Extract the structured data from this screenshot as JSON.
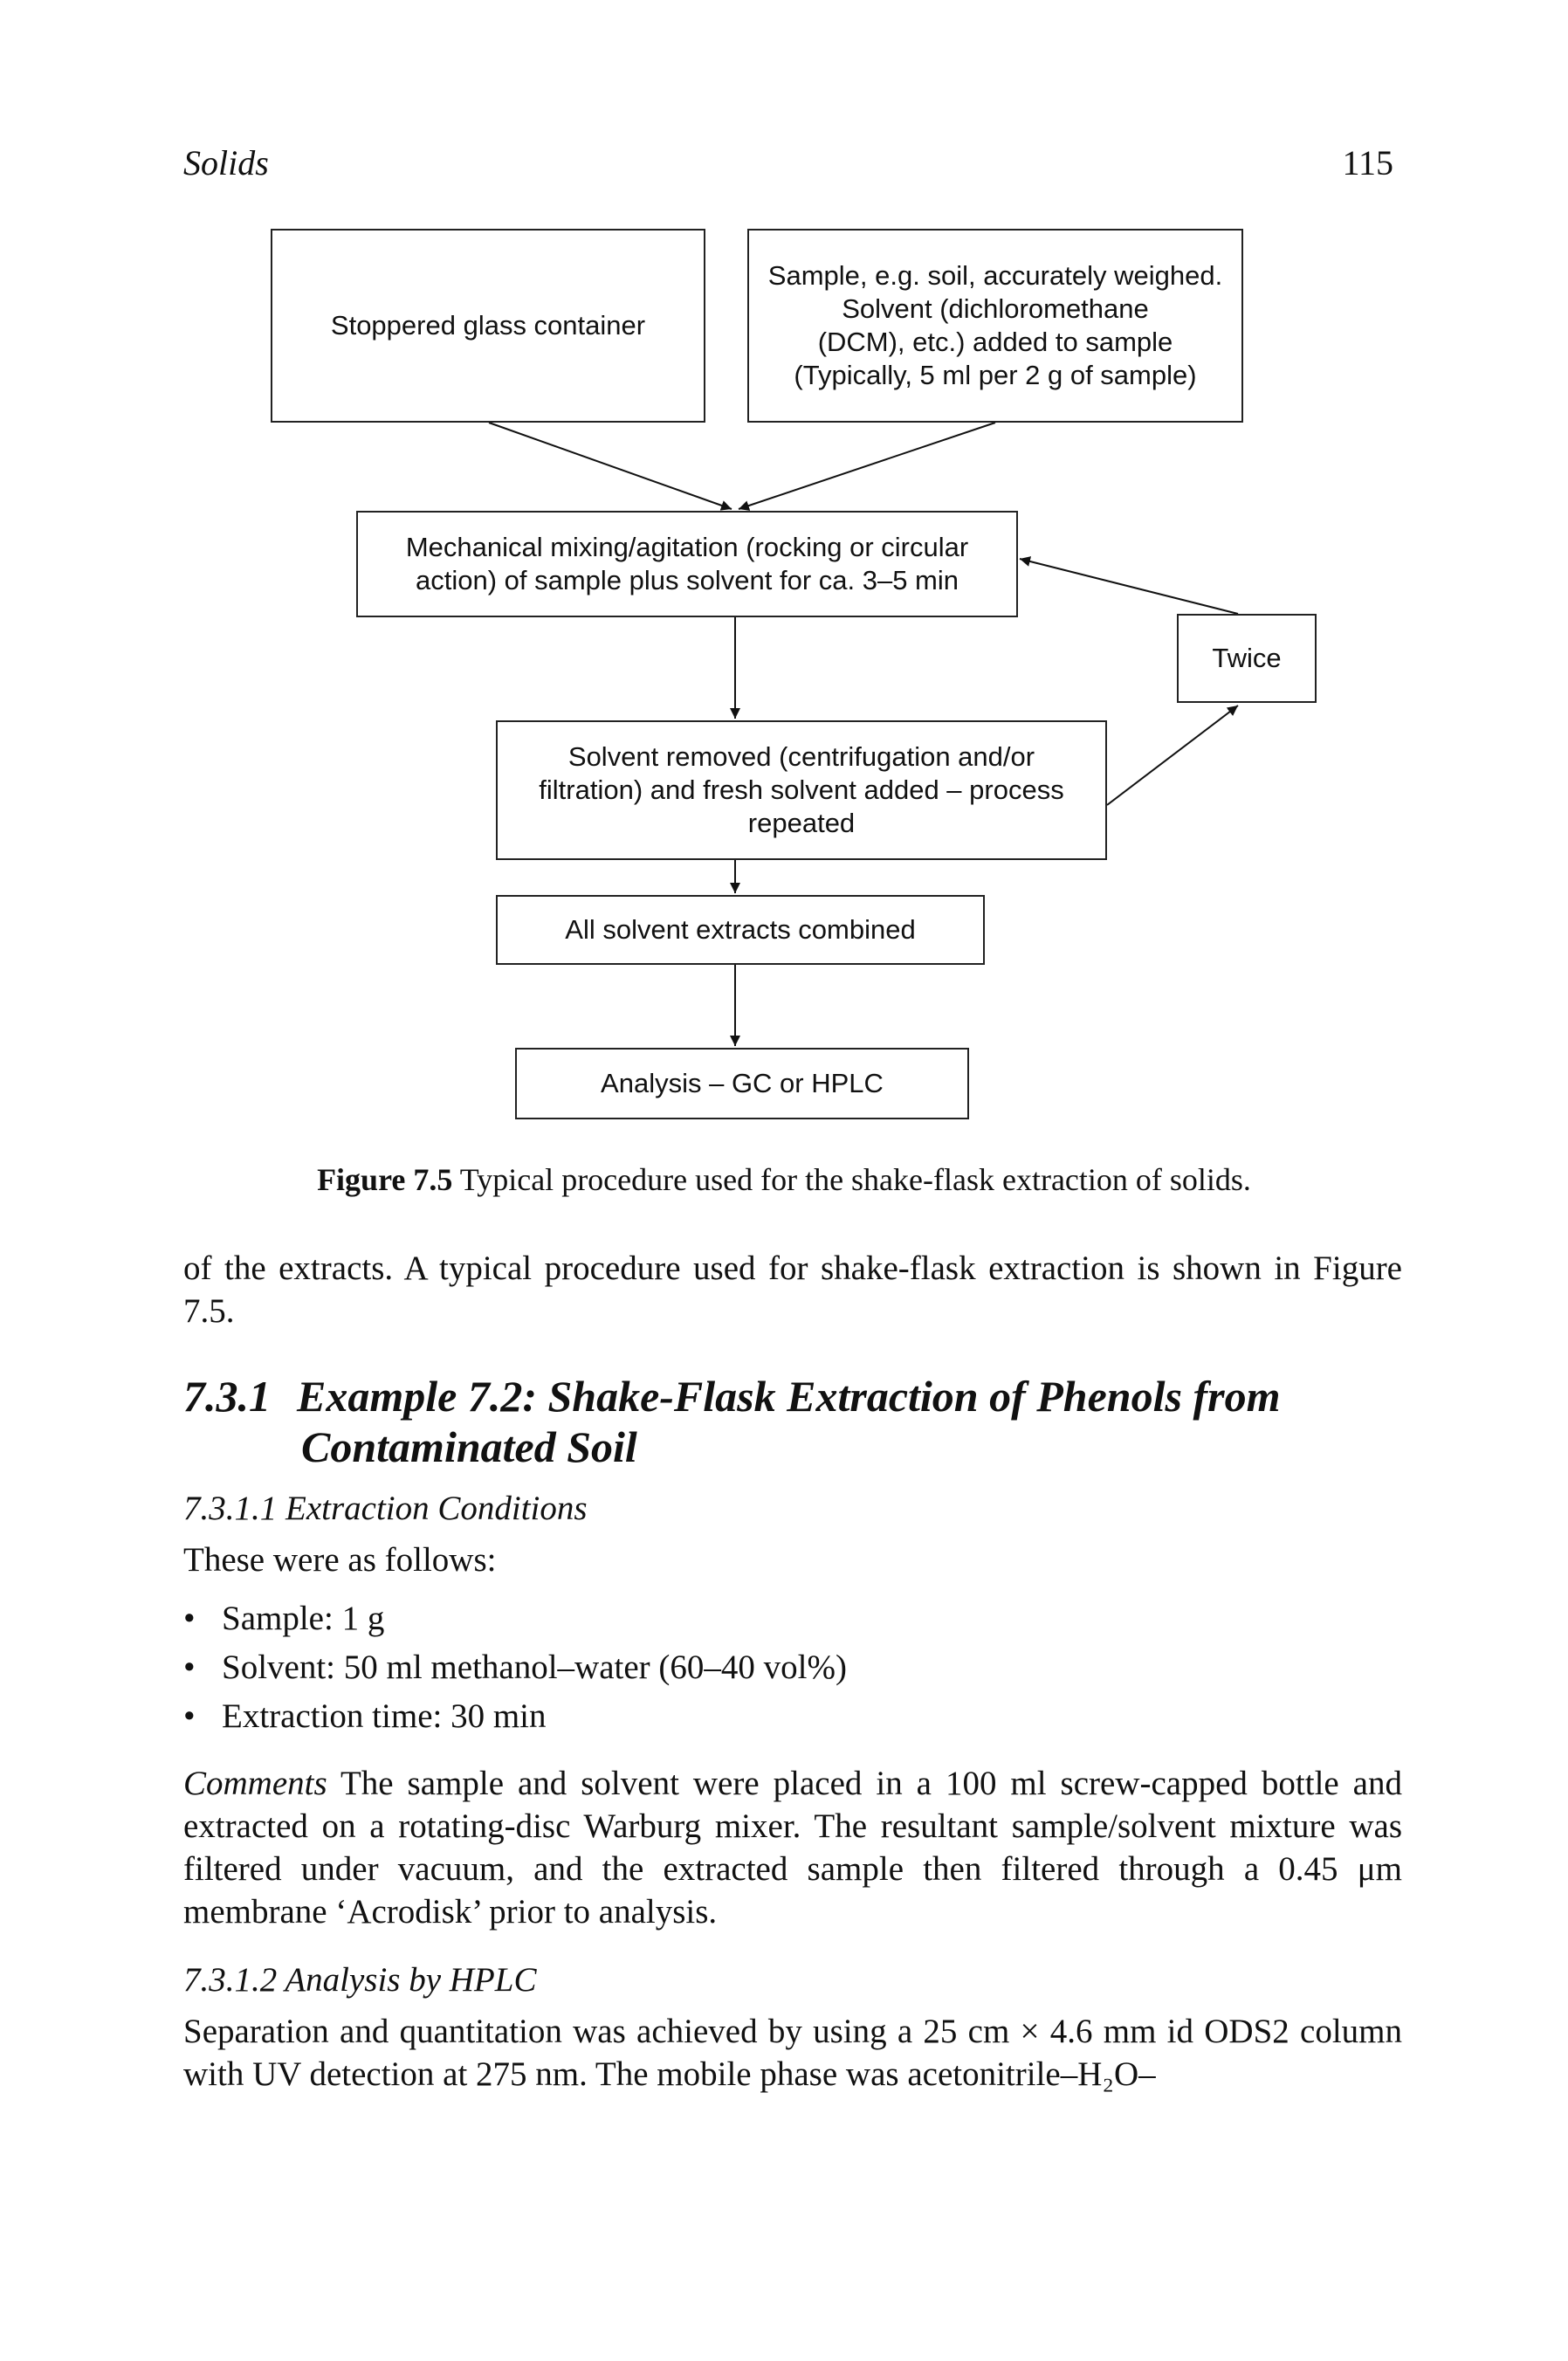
{
  "header": {
    "left": "Solids",
    "right": "115"
  },
  "figure": {
    "boxes": {
      "container": "Stoppered glass container",
      "sample": "Sample, e.g. soil, accurately weighed.\nSolvent (dichloromethane\n(DCM), etc.) added to sample\n(Typically, 5 ml per 2 g of sample)",
      "mixing": "Mechanical mixing/agitation (rocking or circular\naction) of sample plus solvent for ca. 3–5 min",
      "twice": "Twice",
      "removed": "Solvent removed (centrifugation and/or\nfiltration) and fresh solvent added – process\nrepeated",
      "combined": "All solvent extracts combined",
      "analysis": "Analysis – GC or HPLC"
    },
    "caption_label": "Figure 7.5",
    "caption_text": "Typical procedure used for the shake-flask extraction of solids."
  },
  "body": {
    "para1": "of the extracts. A typical procedure used for shake-flask extraction is shown in Figure 7.5.",
    "section_number": "7.3.1",
    "section_title_line1": "Example 7.2: Shake-Flask Extraction of Phenols from",
    "section_title_line2": "Contaminated Soil",
    "sub1": "7.3.1.1 Extraction Conditions",
    "intro": "These were as follows:",
    "bullets": [
      "Sample: 1 g",
      "Solvent: 50 ml methanol–water (60–40 vol%)",
      "Extraction time: 30 min"
    ],
    "comments_label": "Comments",
    "comments_text": "The sample and solvent were placed in a 100 ml screw-capped bottle and extracted on a rotating-disc Warburg mixer. The resultant sample/solvent mixture was filtered under vacuum, and the extracted sample then filtered through a 0.45 μm membrane ‘Acrodisk’ prior to analysis.",
    "sub2": "7.3.1.2 Analysis by HPLC",
    "para3": "Separation and quantitation was achieved by using a 25 cm × 4.6 mm id ODS2 column with UV detection at 275 nm. The mobile phase was acetonitrile–H₂O–"
  }
}
